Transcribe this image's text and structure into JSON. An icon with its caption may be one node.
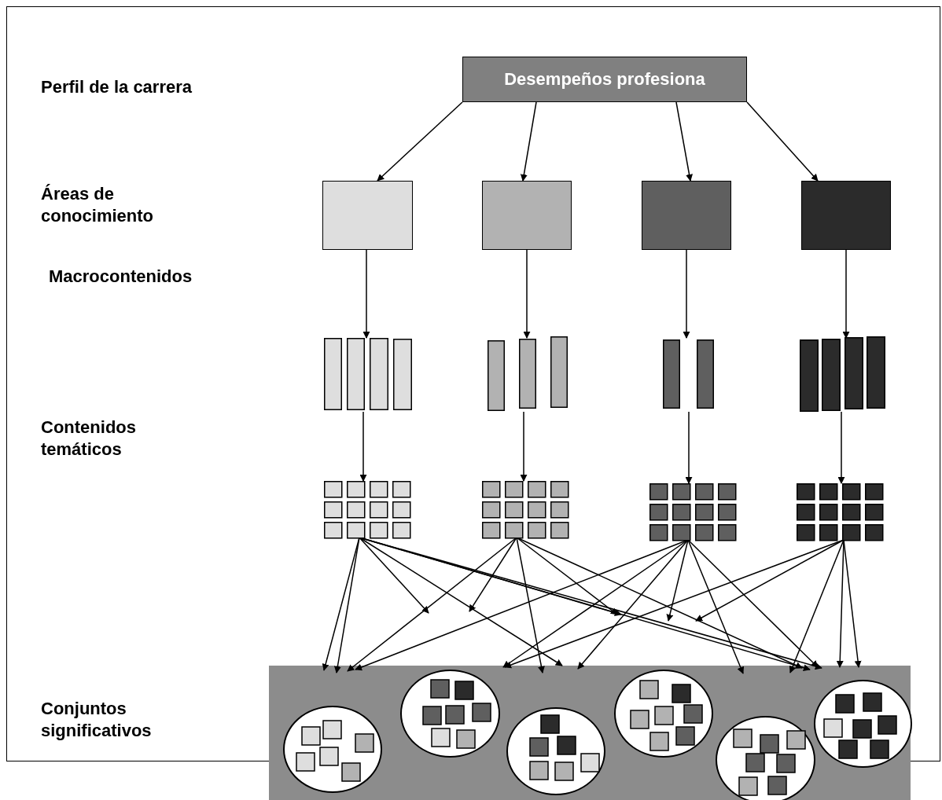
{
  "diagram": {
    "nodes": [
      {
        "text": [
          "Desempeños profesiona"
        ]
      },
      {
        "text": [],
        "shape": "box"
      },
      {
        "text": [],
        "shape": "box"
      },
      {
        "text": [],
        "shape": "box"
      },
      {
        "text": [],
        "shape": "box"
      },
      {
        "text": [],
        "shape": "bar"
      },
      {
        "text": [],
        "shape": "bar"
      },
      {
        "text": [],
        "shape": "bar"
      },
      {
        "text": [],
        "shape": "bar"
      },
      {
        "text": [],
        "shape": "grid"
      },
      {
        "text": [],
        "shape": "grid"
      },
      {
        "text": [],
        "shape": "grid"
      },
      {
        "text": [],
        "shape": "grid"
      },
      {
        "text": [],
        "shape": "box"
      },
      {
        "text": [],
        "shape": "ellipse",
        "in": 13
      },
      {
        "text": [],
        "shape": "ellipse",
        "in": 13
      },
      {
        "text": [],
        "shape": "ellipse",
        "in": 13
      },
      {
        "text": [],
        "shape": "ellipse",
        "in": 13
      },
      {
        "text": [],
        "shape": "ellipse",
        "in": 13
      },
      {
        "text": [],
        "shape": "ellipse",
        "in": 13
      }
    ],
    "edges": [
      {
        "from": 0,
        "to": 1,
        "arrow": "to"
      },
      {
        "from": 0,
        "to": 2,
        "arrow": "to"
      },
      {
        "from": 0,
        "to": 3,
        "arrow": "to"
      },
      {
        "from": 0,
        "to": 4,
        "arrow": "to"
      },
      {
        "from": 1,
        "to": 5,
        "arrow": "to"
      },
      {
        "from": 2,
        "to": 6,
        "arrow": "to"
      },
      {
        "from": 3,
        "to": 7,
        "arrow": "to"
      },
      {
        "from": 4,
        "to": 8,
        "arrow": "to"
      },
      {
        "from": 5,
        "to": 9,
        "arrow": "to"
      },
      {
        "from": 6,
        "to": 10,
        "arrow": "to"
      },
      {
        "from": 7,
        "to": 11,
        "arrow": "to"
      },
      {
        "from": 8,
        "to": 12,
        "arrow": "to"
      },
      {
        "from": 9,
        "to": 13,
        "arrow": "to"
      },
      {
        "from": 9,
        "to": 13,
        "arrow": "to"
      },
      {
        "from": 9,
        "to": null,
        "arrow": "to"
      },
      {
        "from": 9,
        "to": 13,
        "arrow": "to"
      },
      {
        "from": 9,
        "to": null,
        "arrow": "to"
      },
      {
        "from": 9,
        "to": 13,
        "arrow": "to"
      },
      {
        "from": 9,
        "to": 13,
        "arrow": "to"
      },
      {
        "from": 10,
        "to": 13,
        "arrow": "to"
      },
      {
        "from": 10,
        "to": null,
        "arrow": "to"
      },
      {
        "from": 10,
        "to": 13,
        "arrow": "to"
      },
      {
        "from": 10,
        "to": null,
        "arrow": "to"
      },
      {
        "from": 10,
        "to": 13,
        "arrow": "to"
      },
      {
        "from": 11,
        "to": 13,
        "arrow": "to"
      },
      {
        "from": 11,
        "to": 13,
        "arrow": "to"
      },
      {
        "from": 11,
        "to": 13,
        "arrow": "to"
      },
      {
        "from": 11,
        "to": null,
        "arrow": "to"
      },
      {
        "from": 11,
        "to": 13,
        "arrow": "to"
      },
      {
        "from": 11,
        "to": 13,
        "arrow": "to"
      },
      {
        "from": 12,
        "to": 13,
        "arrow": "to"
      },
      {
        "from": 12,
        "to": null,
        "arrow": "to"
      },
      {
        "from": 12,
        "to": 13,
        "arrow": "to"
      },
      {
        "from": 12,
        "to": 13,
        "arrow": "to"
      },
      {
        "from": 12,
        "to": 13,
        "arrow": "to"
      }
    ],
    "labels": [
      "Perfil de la carrera",
      "Áreas de conocimiento",
      "Macrocontenidos",
      "Contenidos temáticos",
      "Conjuntos significativos"
    ]
  }
}
